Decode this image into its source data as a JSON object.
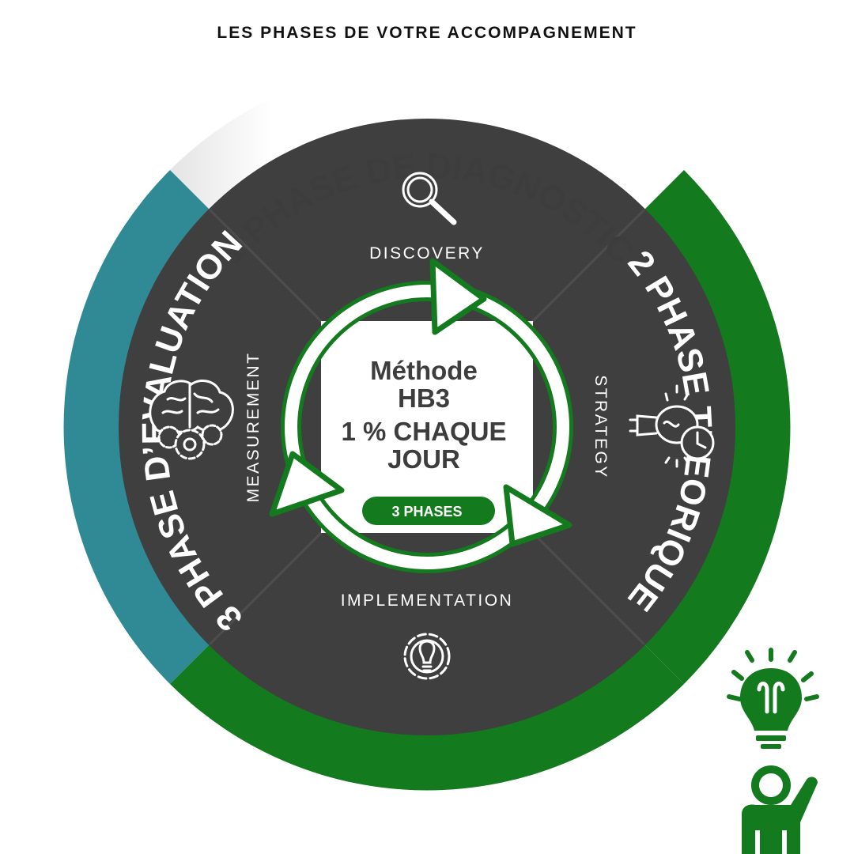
{
  "header": {
    "title": "LES PHASES DE VOTRE ACCOMPAGNEMENT"
  },
  "ring": {
    "phase1": "1 PHASE DE DIAGNOSTIC",
    "phase2": "2 PHASE THEORIQUE",
    "phase3": "3 PHASE D’EVALUATION"
  },
  "quadrants": {
    "top": "DISCOVERY",
    "right": "STRATEGY",
    "bottom": "IMPLEMENTATION",
    "left": "MEASUREMENT"
  },
  "center": {
    "line1": "Méthode",
    "line2": "HB3",
    "line3": "1 % CHAQUE",
    "line4": "JOUR",
    "badge": "3 PHASES"
  },
  "icons": {
    "top": "magnifier-icon",
    "right": "lightbulb-clock-icon",
    "bottom": "lightbulb-gear-icon",
    "left": "brain-gears-icon",
    "corner": "person-lightbulb-icon"
  },
  "colors": {
    "dark_disc": "#3f3f3f",
    "green": "#137a1e",
    "teal": "#2f8a96",
    "white_band": "#ffffff",
    "center_text": "#3d3d3d"
  }
}
